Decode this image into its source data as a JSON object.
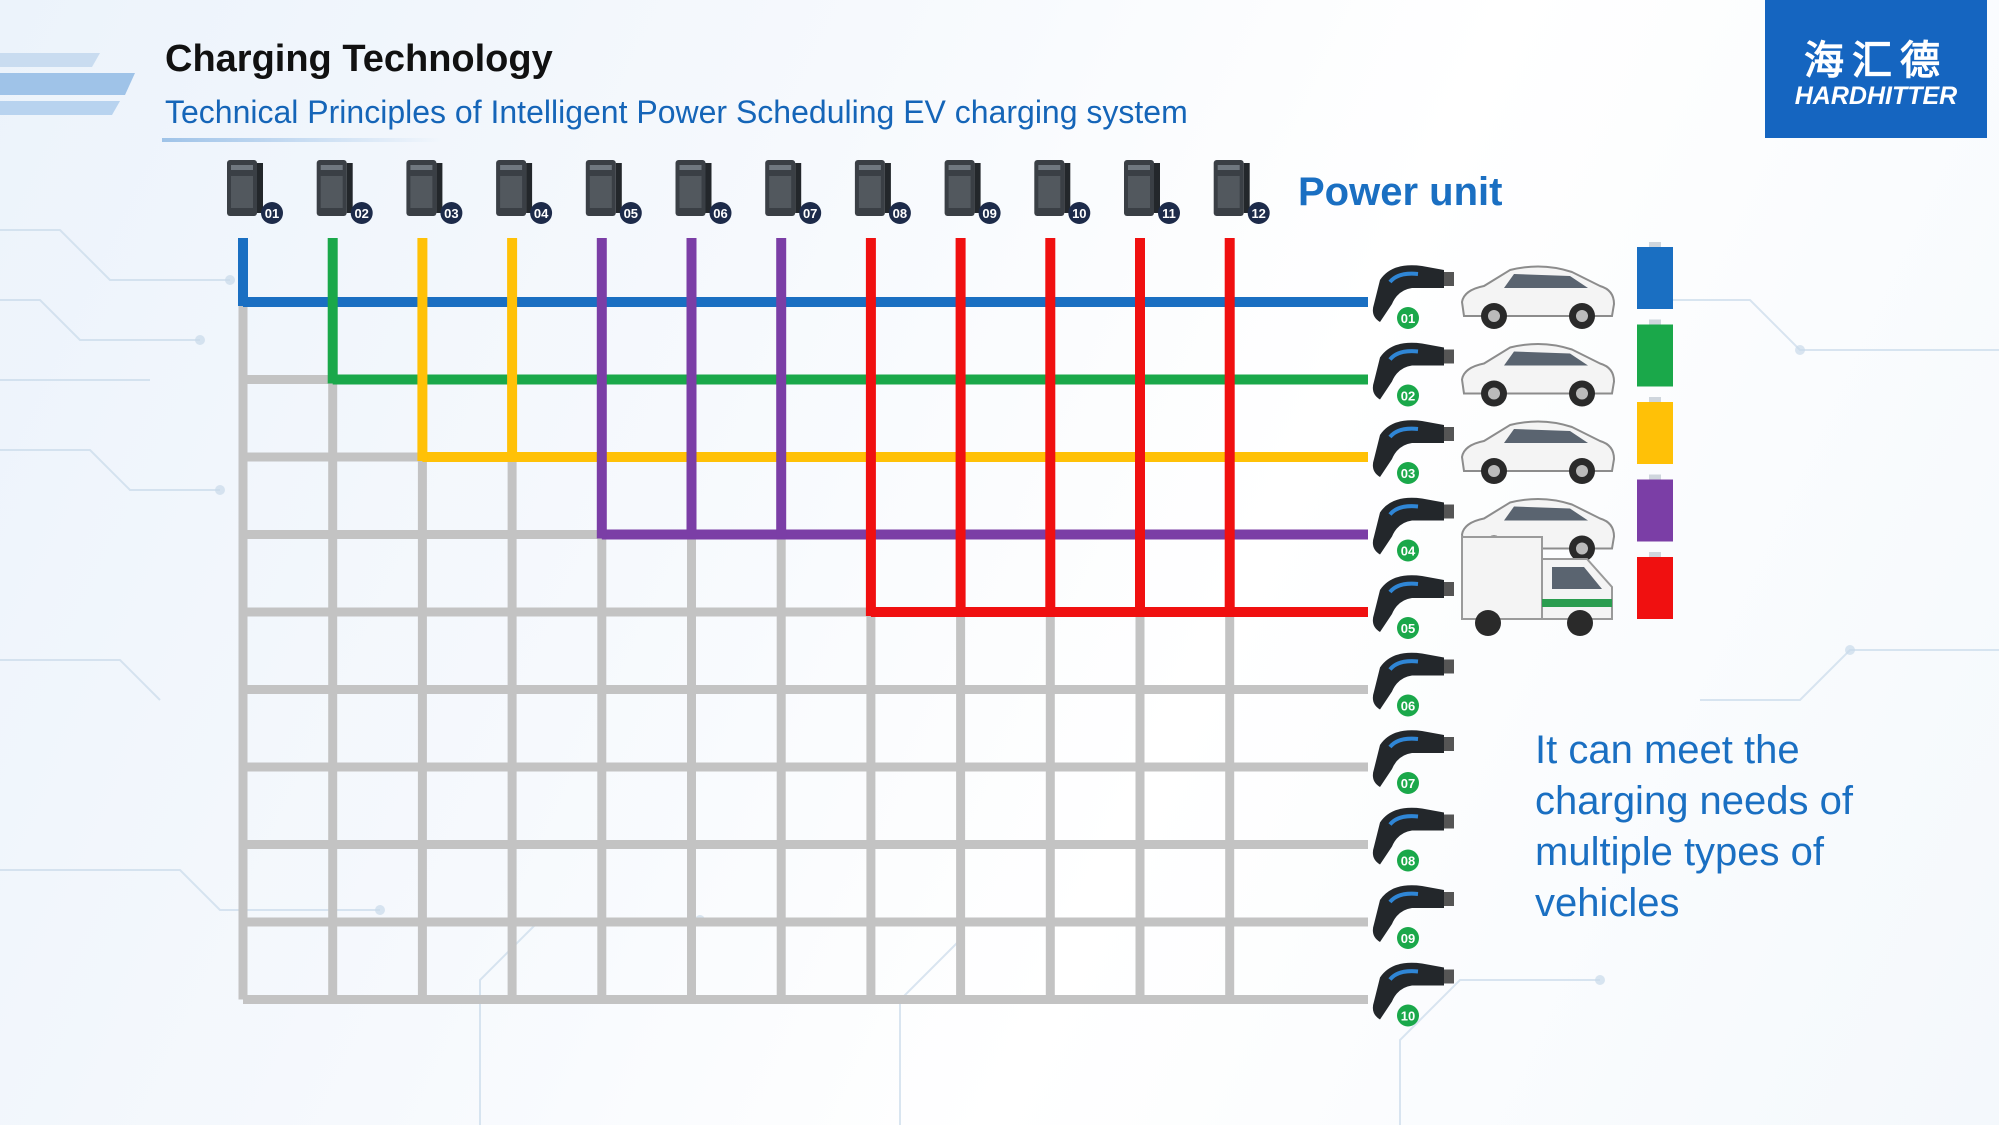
{
  "header": {
    "title": "Charging Technology",
    "subtitle": "Technical Principles of Intelligent Power Scheduling EV charging system"
  },
  "logo": {
    "cn": "海汇德",
    "en": "HARDHITTER",
    "color": "#1565c0"
  },
  "power_unit_label": "Power unit",
  "power_units": [
    "01",
    "02",
    "03",
    "04",
    "05",
    "06",
    "07",
    "08",
    "09",
    "10",
    "11",
    "12"
  ],
  "chargers": [
    "01",
    "02",
    "03",
    "04",
    "05",
    "06",
    "07",
    "08",
    "09",
    "10"
  ],
  "caption": "It can meet the charging needs of multiple types of vehicles",
  "colors": {
    "blue": "#1a6fc2",
    "green": "#1aa84a",
    "yellow": "#ffc107",
    "purple": "#7b3ea6",
    "red": "#f01010",
    "grid": "#c3c3c3",
    "badge_unit": "#1d2b4a",
    "badge_charger": "#1aa84a"
  },
  "assignments": [
    {
      "charger": "01",
      "units": [
        "01"
      ],
      "color": "#1a6fc2",
      "vehicle": "car-icon"
    },
    {
      "charger": "02",
      "units": [
        "02"
      ],
      "color": "#1aa84a",
      "vehicle": "car-icon"
    },
    {
      "charger": "03",
      "units": [
        "03",
        "04"
      ],
      "color": "#ffc107",
      "vehicle": "car-icon"
    },
    {
      "charger": "04",
      "units": [
        "05",
        "06",
        "07"
      ],
      "color": "#7b3ea6",
      "vehicle": "car-icon"
    },
    {
      "charger": "05",
      "units": [
        "08",
        "09",
        "10",
        "11",
        "12"
      ],
      "color": "#f01010",
      "vehicle": "truck-icon"
    }
  ]
}
